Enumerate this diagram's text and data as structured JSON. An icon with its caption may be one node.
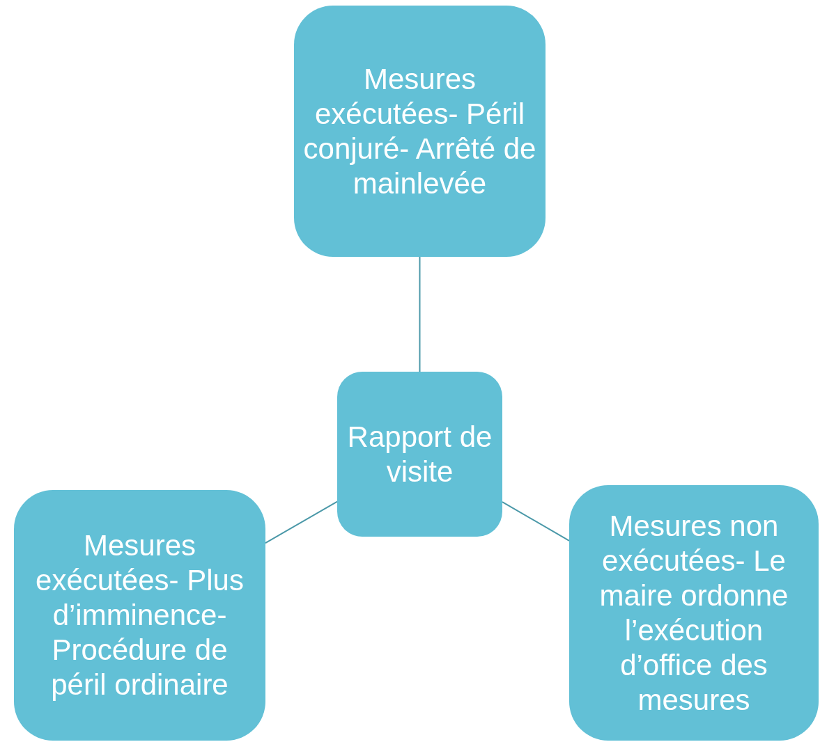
{
  "diagram": {
    "nodes": [
      {
        "text": [
          "Rapport de visite"
        ]
      },
      {
        "text": [
          "Mesures exécutées- Péril conjuré- Arrêté de mainlevée"
        ]
      },
      {
        "text": [
          "Mesures exécutées- Plus d’imminence- Procédure de péril ordinaire"
        ]
      },
      {
        "text": [
          "Mesures non exécutées- Le maire ordonne l’exécution d’office des mesures"
        ]
      }
    ],
    "edges": [
      {
        "from": 0,
        "to": 1,
        "arrow": "none"
      },
      {
        "from": 0,
        "to": 2,
        "arrow": "none"
      },
      {
        "from": 0,
        "to": 3,
        "arrow": "none"
      }
    ]
  }
}
